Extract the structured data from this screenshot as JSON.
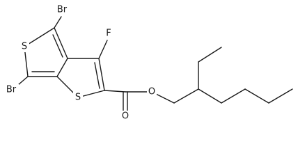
{
  "atoms": {
    "br_top": "Br",
    "br_bottom": "Br",
    "s_left": "S",
    "s_right": "S",
    "f": "F",
    "o_ester": "O",
    "o_carbonyl": "O"
  }
}
